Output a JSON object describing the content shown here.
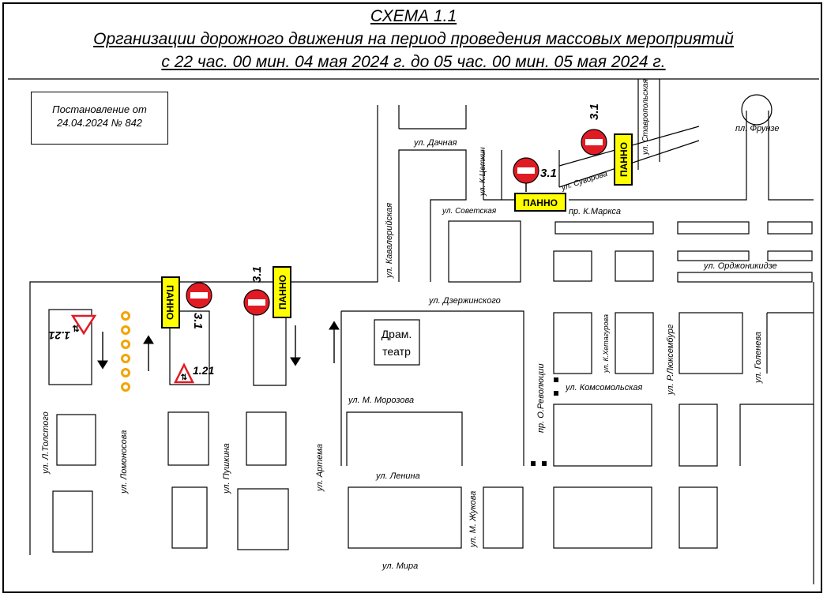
{
  "header": {
    "scheme_title": "СХЕМА 1.1",
    "subtitle": "Организации дорожного движения на период проведения массовых мероприятий",
    "period": "с 22 час. 00 мин. 04 мая 2024 г. до 05 час. 00 мин. 05 мая 2024 г."
  },
  "decree": {
    "line1": "Постановление от",
    "line2": "24.04.2024 № 842"
  },
  "streets": {
    "dachnaya": "ул. Дачная",
    "kavaleriyskaya": "ул. Кавалерийская",
    "ktsetkin": "ул. К.Цеткин",
    "sovetskaya": "ул. Советская",
    "suvorova": "ул. Суворова",
    "stavropolskaya": "ул. Ставропольская",
    "frunze": "пл. Фрунзе",
    "kmarksa": "пр. К.Маркса",
    "ordzhonikidze": "ул. Орджоникидзе",
    "dzerzhinskogo": "ул. Дзержинского",
    "mmorozova": "ул. М. Морозова",
    "orevolyutsii": "пр. О.Революции",
    "khetagurova": "ул. К.Хетагурова",
    "lyuksemburg": "ул. Р.Люксембург",
    "goleneva": "ул. Голенева",
    "komsomolskaya": "ул. Комсомольская",
    "ltolstogo": "ул. Л.Толстого",
    "lomonosova": "ул. Ломоносова",
    "pushkina": "ул. Пушкина",
    "artema": "ул. Артема",
    "lenina": "ул. Ленина",
    "mzhukova": "ул. М. Жукова",
    "mira": "ул. Мира"
  },
  "landmarks": {
    "theatre_line1": "Драм.",
    "theatre_line2": "театр"
  },
  "signs": {
    "panel_text": "ПАННО",
    "no_entry_code": "3.1",
    "two_way_code": "1.21"
  },
  "colors": {
    "sign_red": "#e01b24",
    "panel_yellow": "#ffff00",
    "barrier_orange": "#f5a300",
    "line": "#000000"
  }
}
